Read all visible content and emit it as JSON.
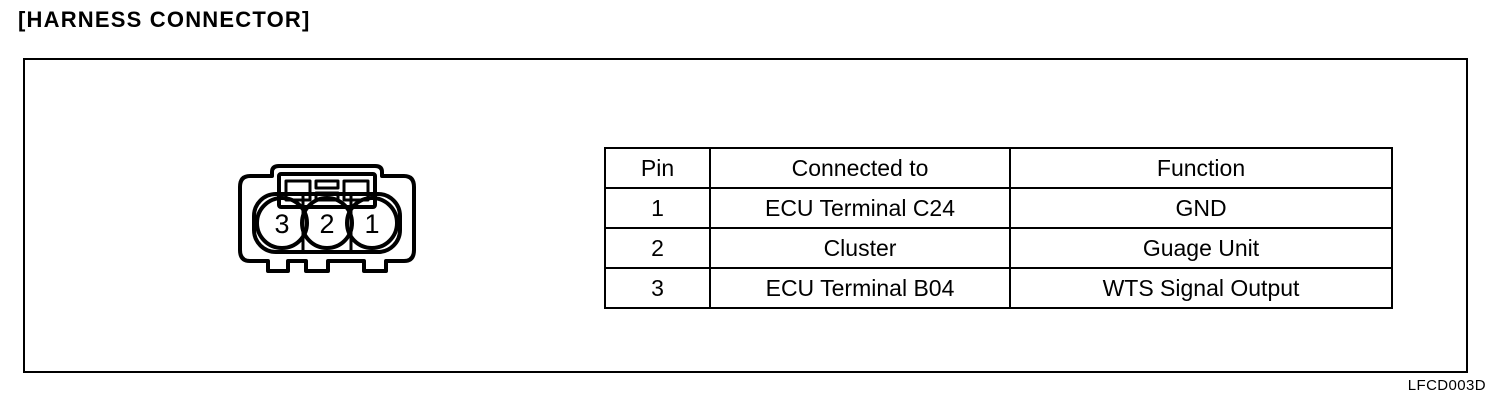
{
  "page": {
    "section_title": "[HARNESS CONNECTOR]",
    "figure_code": "LFCD003D"
  },
  "connector": {
    "name": "3-pin harness connector",
    "pin_labels": [
      "3",
      "2",
      "1"
    ]
  },
  "pin_table": {
    "headers": [
      "Pin",
      "Connected to",
      "Function"
    ],
    "rows": [
      {
        "pin": "1",
        "connected_to": "ECU Terminal C24",
        "function": "GND"
      },
      {
        "pin": "2",
        "connected_to": "Cluster",
        "function": "Guage Unit"
      },
      {
        "pin": "3",
        "connected_to": "ECU Terminal B04",
        "function": "WTS Signal Output"
      }
    ]
  },
  "colors": {
    "ink": "#000000",
    "paper": "#ffffff"
  }
}
